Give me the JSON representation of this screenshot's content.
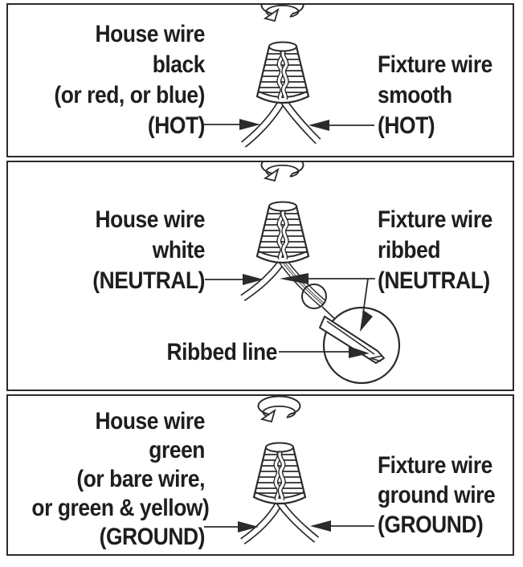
{
  "figure": {
    "subject": "lamp wiring wire-nut connection diagram",
    "rotation_icon": "rotate-clockwise-icon",
    "colors": {
      "line": "#2d2b2a",
      "text": "#1f1d1d",
      "panel_border": "#2a2a2a",
      "background": "#ffffff"
    }
  },
  "panels": [
    {
      "id": "hot",
      "left_label": {
        "lines": [
          "House wire",
          "black",
          "(or red, or blue)",
          "(HOT)"
        ]
      },
      "right_label": {
        "lines": [
          "Fixture wire",
          "smooth",
          "(HOT)"
        ]
      }
    },
    {
      "id": "neutral",
      "left_label": {
        "lines": [
          "House wire",
          "white",
          "(NEUTRAL)"
        ]
      },
      "right_label": {
        "lines": [
          "Fixture wire",
          "ribbed",
          "(NEUTRAL)"
        ]
      },
      "callout": "Ribbed line"
    },
    {
      "id": "ground",
      "left_label": {
        "lines": [
          "House wire",
          "green",
          "(or bare wire,",
          "or green & yellow)",
          "(GROUND)"
        ]
      },
      "right_label": {
        "lines": [
          "Fixture wire",
          "ground wire",
          "(GROUND)"
        ]
      }
    }
  ]
}
